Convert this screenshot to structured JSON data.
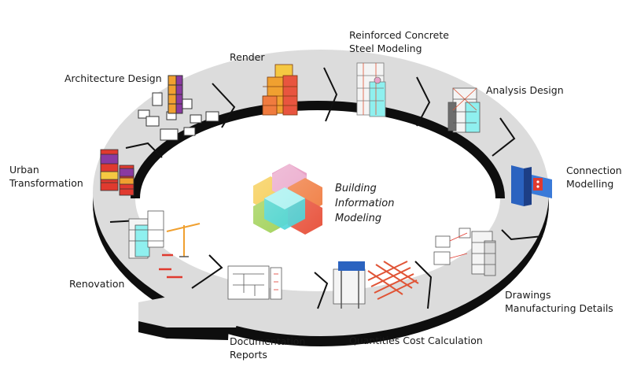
{
  "center": {
    "lines": [
      "Building",
      "Information",
      "Modeling"
    ]
  },
  "stages": [
    {
      "lines": [
        "Architecture Design"
      ],
      "icon": "architecture-models-icon"
    },
    {
      "lines": [
        "Render"
      ],
      "icon": "rendered-tower-icon"
    },
    {
      "lines": [
        "Reinforced Concrete",
        "Steel Modeling"
      ],
      "icon": "rebar-tower-icon"
    },
    {
      "lines": [
        "Analysis Design"
      ],
      "icon": "structural-frame-icon"
    },
    {
      "lines": [
        "Connection",
        "Modelling"
      ],
      "icon": "steel-connection-icon"
    },
    {
      "lines": [
        "Drawings",
        "Manufacturing Details"
      ],
      "icon": "detail-drawing-icon"
    },
    {
      "lines": [
        "Quantities Cost Calculation"
      ],
      "icon": "rebar-quantities-icon"
    },
    {
      "lines": [
        "Documentation",
        "Reports"
      ],
      "icon": "floor-plan-document-icon"
    },
    {
      "lines": [
        "Renovation"
      ],
      "icon": "tower-crane-icon"
    },
    {
      "lines": [
        "Urban",
        "Transformation"
      ],
      "icon": "colored-towers-icon"
    }
  ],
  "colors": {
    "ring_top": "#dcdcdc",
    "ring_side": "#0e0e0e",
    "cube_yellow": "#f5c842",
    "cube_orange": "#f07b3f",
    "cube_pink": "#e9a3c8",
    "cube_red": "#e8553f",
    "cube_green": "#9ccf4f",
    "cube_cyan": "#3fd3d6",
    "tower_orange": "#f0a030",
    "tower_purple": "#8a3aa0",
    "tower_red": "#e03a2f",
    "cyan_glass": "#8ff0ef",
    "steel_blue": "#2b63c0",
    "rebar_red": "#e05436"
  }
}
